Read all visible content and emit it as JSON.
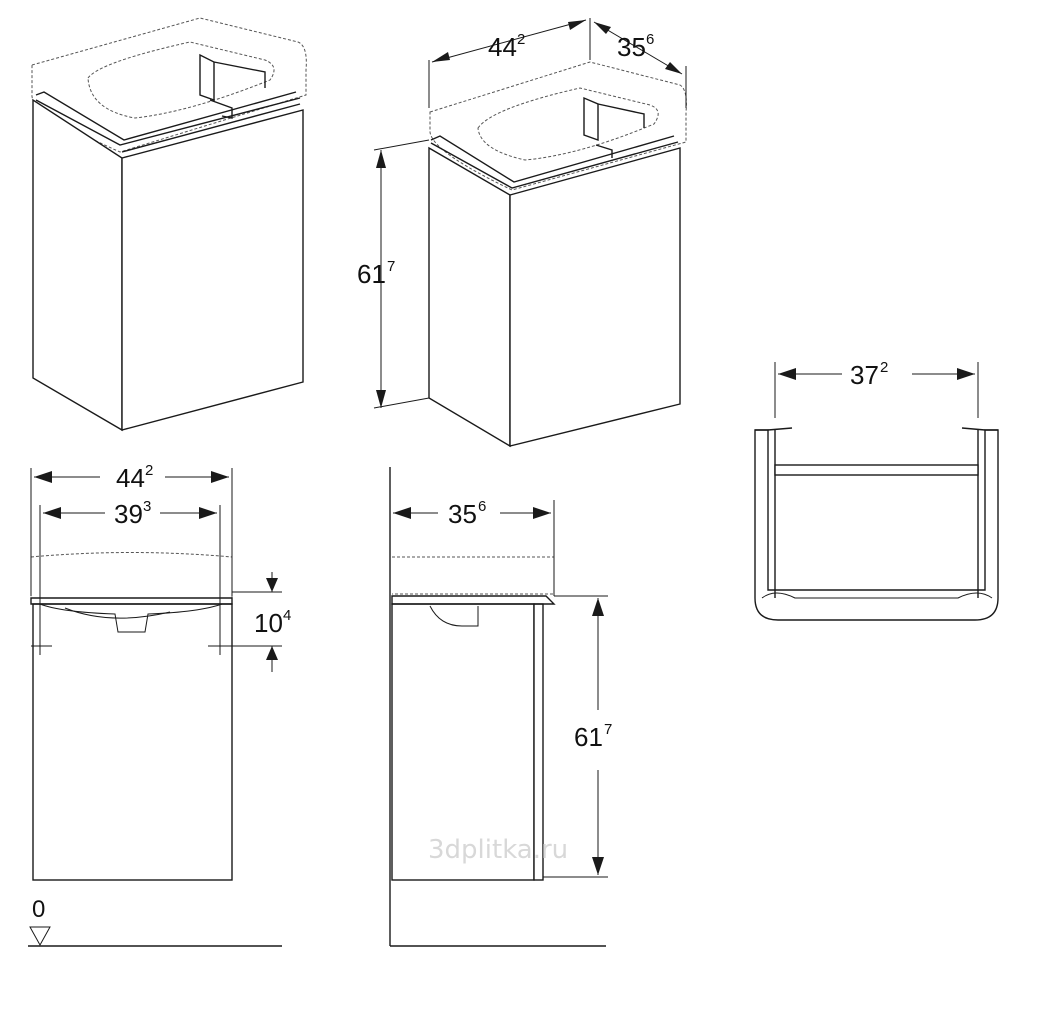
{
  "dimensions": {
    "iso_right_width": {
      "base": "44",
      "sup": "2"
    },
    "iso_right_depth": {
      "base": "35",
      "sup": "6"
    },
    "iso_right_height": {
      "base": "61",
      "sup": "7"
    },
    "top_view_width": {
      "base": "37",
      "sup": "2"
    },
    "front_overall_width": {
      "base": "44",
      "sup": "2"
    },
    "front_inner_width": {
      "base": "39",
      "sup": "3"
    },
    "front_top_thickness": {
      "base": "10",
      "sup": "4"
    },
    "side_depth": {
      "base": "35",
      "sup": "6"
    },
    "side_height": {
      "base": "61",
      "sup": "7"
    }
  },
  "floor_level_label": "0",
  "watermark": "3dplitka.ru"
}
